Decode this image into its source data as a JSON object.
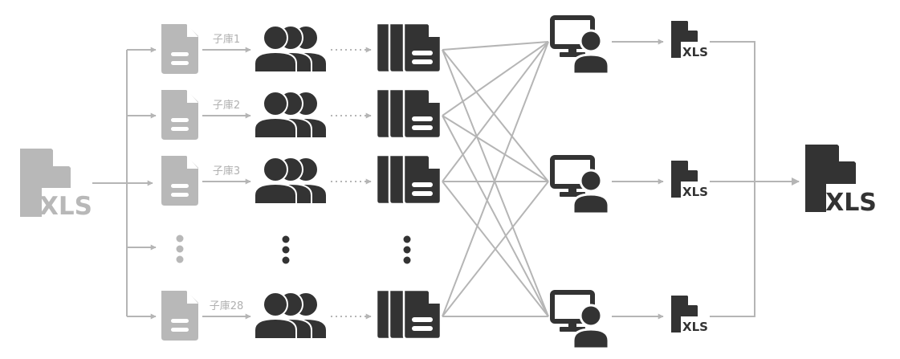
{
  "source_file": {
    "label": "XLS",
    "icon": "xls-file-icon",
    "color": "#b8b8b8"
  },
  "rows": [
    {
      "label": "子庫1"
    },
    {
      "label": "子庫2"
    },
    {
      "label": "子庫3"
    },
    {
      "label": "子庫28"
    }
  ],
  "row_icons": {
    "sub_library": "document-icon",
    "team": "user-group-icon",
    "documents": "document-stack-icon"
  },
  "workstations": {
    "count": 3,
    "icon": "computer-user-icon",
    "output_label": "XLS",
    "output_icon": "xls-file-icon"
  },
  "final_file": {
    "label": "XLS",
    "icon": "xls-file-icon",
    "color": "#333333"
  },
  "colors": {
    "dark": "#333333",
    "light": "#b8b8b8",
    "line": "#b5b5b5",
    "label": "#b0b0b0"
  }
}
